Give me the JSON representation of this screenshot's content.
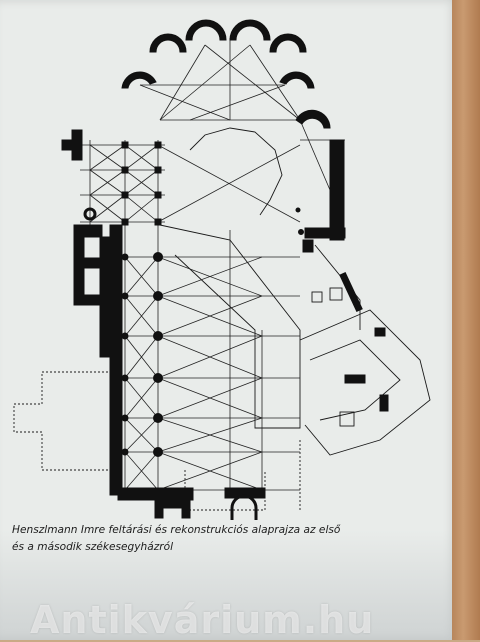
{
  "caption": {
    "line1": "Henszlmann Imre feltárási és rekonstrukciós alaprajza az első",
    "line2": "és a második székesegyházról"
  },
  "watermark": {
    "text": "Antikvárium.hu"
  },
  "colors": {
    "page": "#e9ecea",
    "ink": "#111111",
    "book_edge": "#c99a70"
  },
  "figure": {
    "icon": "floor-plan-drawing"
  }
}
